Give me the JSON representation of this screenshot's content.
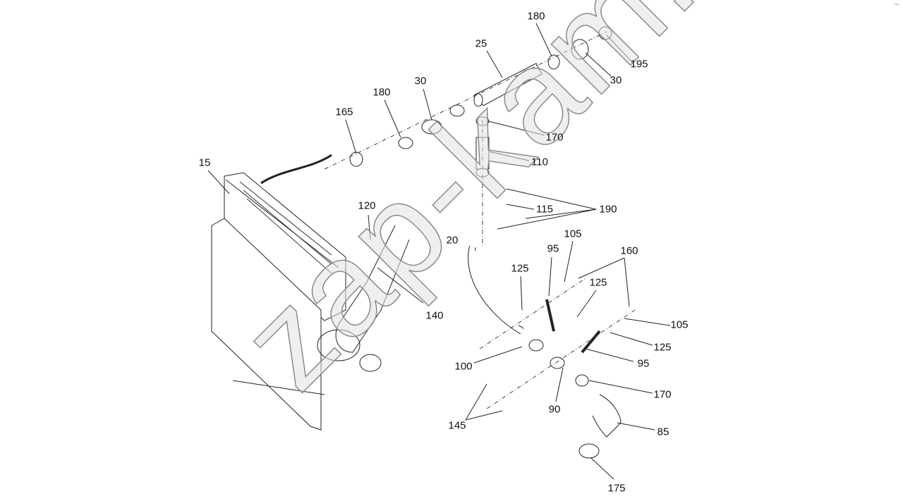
{
  "diagram": {
    "watermark": "zap-kam.ru",
    "labels": [
      "180",
      "25",
      "195",
      "30",
      "180",
      "30",
      "165",
      "170",
      "110",
      "15",
      "120",
      "115",
      "190",
      "105",
      "20",
      "95",
      "160",
      "125",
      "125",
      "140",
      "105",
      "125",
      "100",
      "95",
      "170",
      "90",
      "145",
      "85",
      "175"
    ],
    "corner_icon": "toolbar-icon"
  }
}
